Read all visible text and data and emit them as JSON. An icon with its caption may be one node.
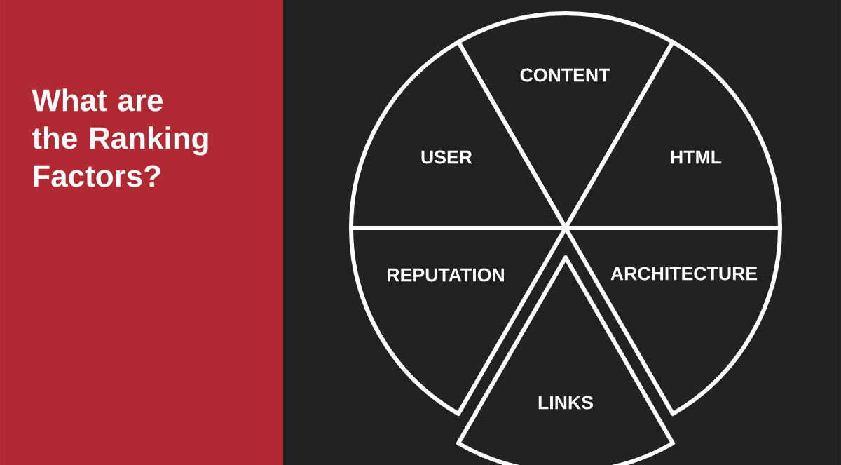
{
  "diagram": {
    "title": "What are the Ranking Factors?",
    "nodes": [
      {
        "text": [
          "CONTENT"
        ]
      },
      {
        "text": [
          "USER"
        ]
      },
      {
        "text": [
          "HTML"
        ]
      },
      {
        "text": [
          "REPUTATION"
        ]
      },
      {
        "text": [
          "ARCHITECTURE"
        ]
      },
      {
        "text": [
          "LINKS"
        ]
      }
    ]
  }
}
